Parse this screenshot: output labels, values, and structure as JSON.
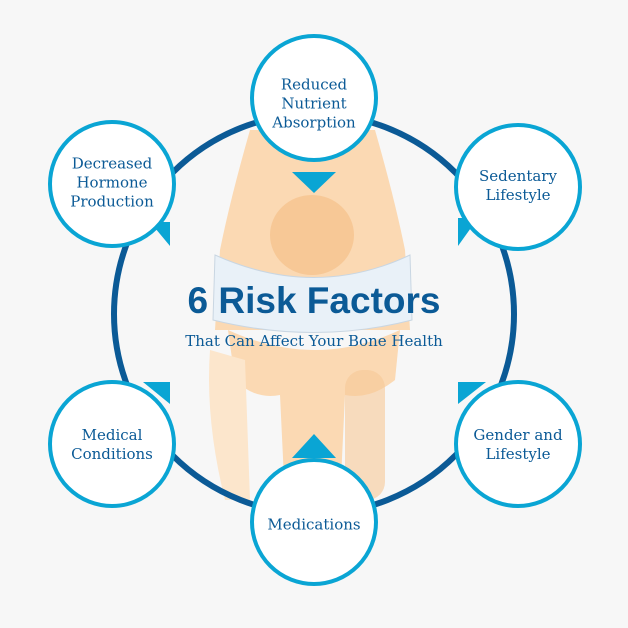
{
  "title": "6 Risk Factors",
  "subtitle": "That Can Affect Your Bone Health",
  "factors": [
    {
      "label": "Reduced Nutrient Absorption"
    },
    {
      "label": "Sedentary Lifestyle"
    },
    {
      "label": "Gender and Lifestyle"
    },
    {
      "label": "Medications"
    },
    {
      "label": "Medical Conditions"
    },
    {
      "label": "Decreased Hormone Production"
    }
  ],
  "colors": {
    "ring": "#0b5a96",
    "node": "#0aa5d4",
    "text": "#0b5a96"
  }
}
